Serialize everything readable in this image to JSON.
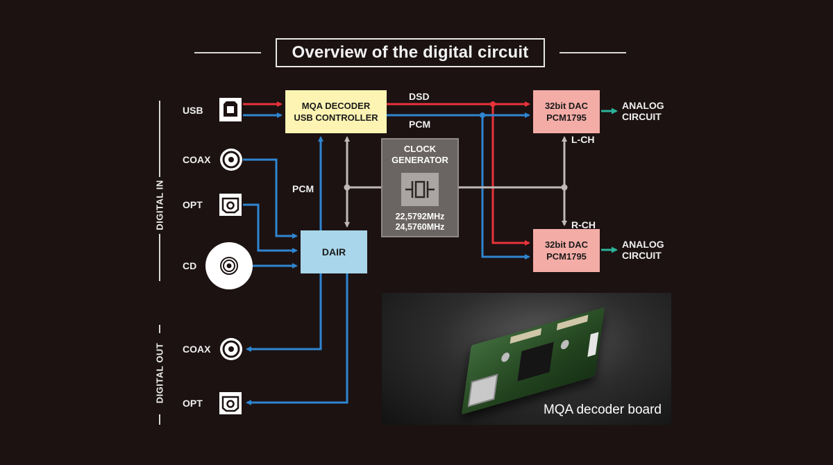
{
  "title": "Overview of the digital circuit",
  "side_labels": {
    "digital_in": "DIGITAL IN",
    "digital_out": "DIGITAL OUT"
  },
  "inputs": {
    "usb": "USB",
    "coax": "COAX",
    "opt": "OPT",
    "cd": "CD"
  },
  "outputs": {
    "coax": "COAX",
    "opt": "OPT"
  },
  "blocks": {
    "mqa": {
      "line1": "MQA DECODER",
      "line2": "USB CONTROLLER"
    },
    "dac_l": {
      "line1": "32bit DAC",
      "line2": "PCM1795"
    },
    "dac_r": {
      "line1": "32bit DAC",
      "line2": "PCM1795"
    },
    "dair": "DAIR",
    "clock": {
      "line1": "CLOCK",
      "line2": "GENERATOR",
      "freq1": "22,5792MHz",
      "freq2": "24,5760MHz"
    }
  },
  "signals": {
    "dsd": "DSD",
    "pcm": "PCM",
    "pcm_vertical": "PCM",
    "l_ch": "L-CH",
    "r_ch": "R-CH"
  },
  "analog": {
    "line1": "ANALOG",
    "line2": "CIRCUIT"
  },
  "photo_caption": "MQA decoder board",
  "colors": {
    "dsd": "#e8333a",
    "pcm": "#2f86d1",
    "clock": "#bfbab8",
    "analog_arrow": "#2bb39a"
  }
}
